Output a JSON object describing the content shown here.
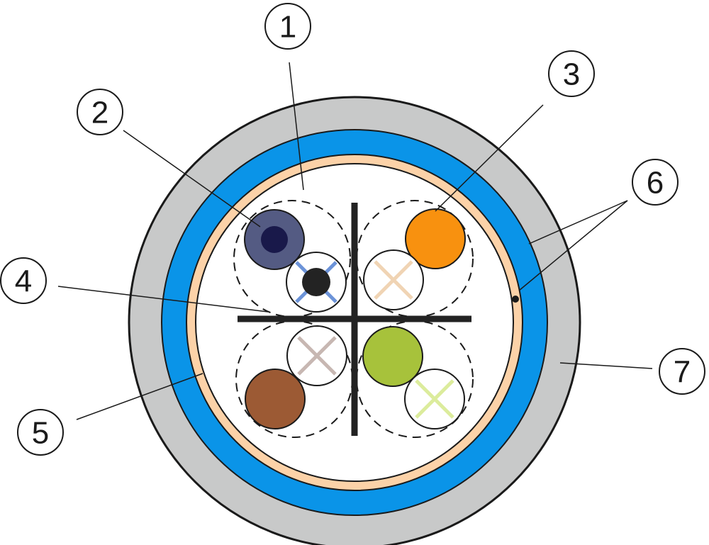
{
  "callouts": [
    {
      "id": "1",
      "label": "1"
    },
    {
      "id": "2",
      "label": "2"
    },
    {
      "id": "3",
      "label": "3"
    },
    {
      "id": "4",
      "label": "4"
    },
    {
      "id": "5",
      "label": "5"
    },
    {
      "id": "6",
      "label": "6"
    },
    {
      "id": "7",
      "label": "7"
    }
  ],
  "colors": {
    "outer_jacket": "#c8c9c9",
    "inner_jacket": "#0a94e8",
    "foil_shield": "#fcd2a8",
    "core_fill": "#ffffff",
    "outline": "#1a1a1a",
    "separator": "#232323",
    "wire_blue": "#545b83",
    "wire_blue_core": "#19194a",
    "wire_blue_stripe": "#6c93d8",
    "wire_orange": "#f8910f",
    "wire_orange_stripe": "#f0d4b4",
    "wire_green": "#a7c23b",
    "wire_green_stripe": "#dcec9c",
    "wire_brown": "#9c5a34",
    "wire_brown_stripe": "#c7b7b2"
  },
  "icons": [
    "cable-cross-section"
  ]
}
